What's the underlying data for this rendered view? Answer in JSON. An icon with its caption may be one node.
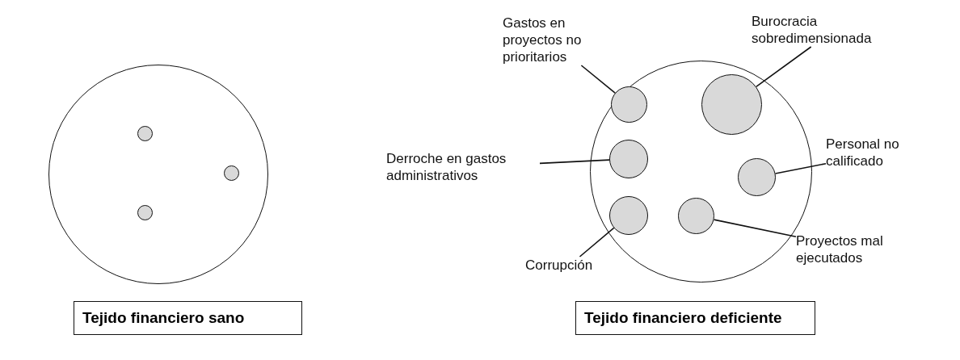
{
  "diagram": {
    "nodes": [
      {
        "text": [],
        "shape": "circle"
      },
      {
        "text": [],
        "shape": "circle",
        "in": 0
      },
      {
        "text": [],
        "shape": "circle",
        "in": 0
      },
      {
        "text": [],
        "shape": "circle",
        "in": 0
      },
      {
        "text": [],
        "shape": "circle"
      },
      {
        "text": [],
        "shape": "circle",
        "in": 4
      },
      {
        "text": [],
        "shape": "circle",
        "in": 4
      },
      {
        "text": [],
        "shape": "circle",
        "in": 4
      },
      {
        "text": [],
        "shape": "circle",
        "in": 4
      },
      {
        "text": [],
        "shape": "circle",
        "in": 4
      },
      {
        "text": [],
        "shape": "circle",
        "in": 4
      },
      {
        "text": [
          "Gastos en proyectos no prioritarios"
        ]
      },
      {
        "text": [
          "Burocracia sobredimensionada"
        ]
      },
      {
        "text": [
          "Derroche en gastos administrativos"
        ]
      },
      {
        "text": [
          "Personal no calificado"
        ]
      },
      {
        "text": [
          "Corrupción"
        ]
      },
      {
        "text": [
          "Proyectos mal ejecutados"
        ]
      },
      {
        "text": [
          "Tejido financiero sano"
        ]
      },
      {
        "text": [
          "Tejido financiero deficiente"
        ]
      }
    ],
    "edges": [
      {
        "from": 11,
        "to": 5,
        "arrow": "none"
      },
      {
        "from": 12,
        "to": 6,
        "arrow": "none"
      },
      {
        "from": 13,
        "to": 7,
        "arrow": "none"
      },
      {
        "from": 14,
        "to": 8,
        "arrow": "none"
      },
      {
        "from": 15,
        "to": 9,
        "arrow": "none"
      },
      {
        "from": 16,
        "to": 10,
        "arrow": "none"
      }
    ]
  }
}
